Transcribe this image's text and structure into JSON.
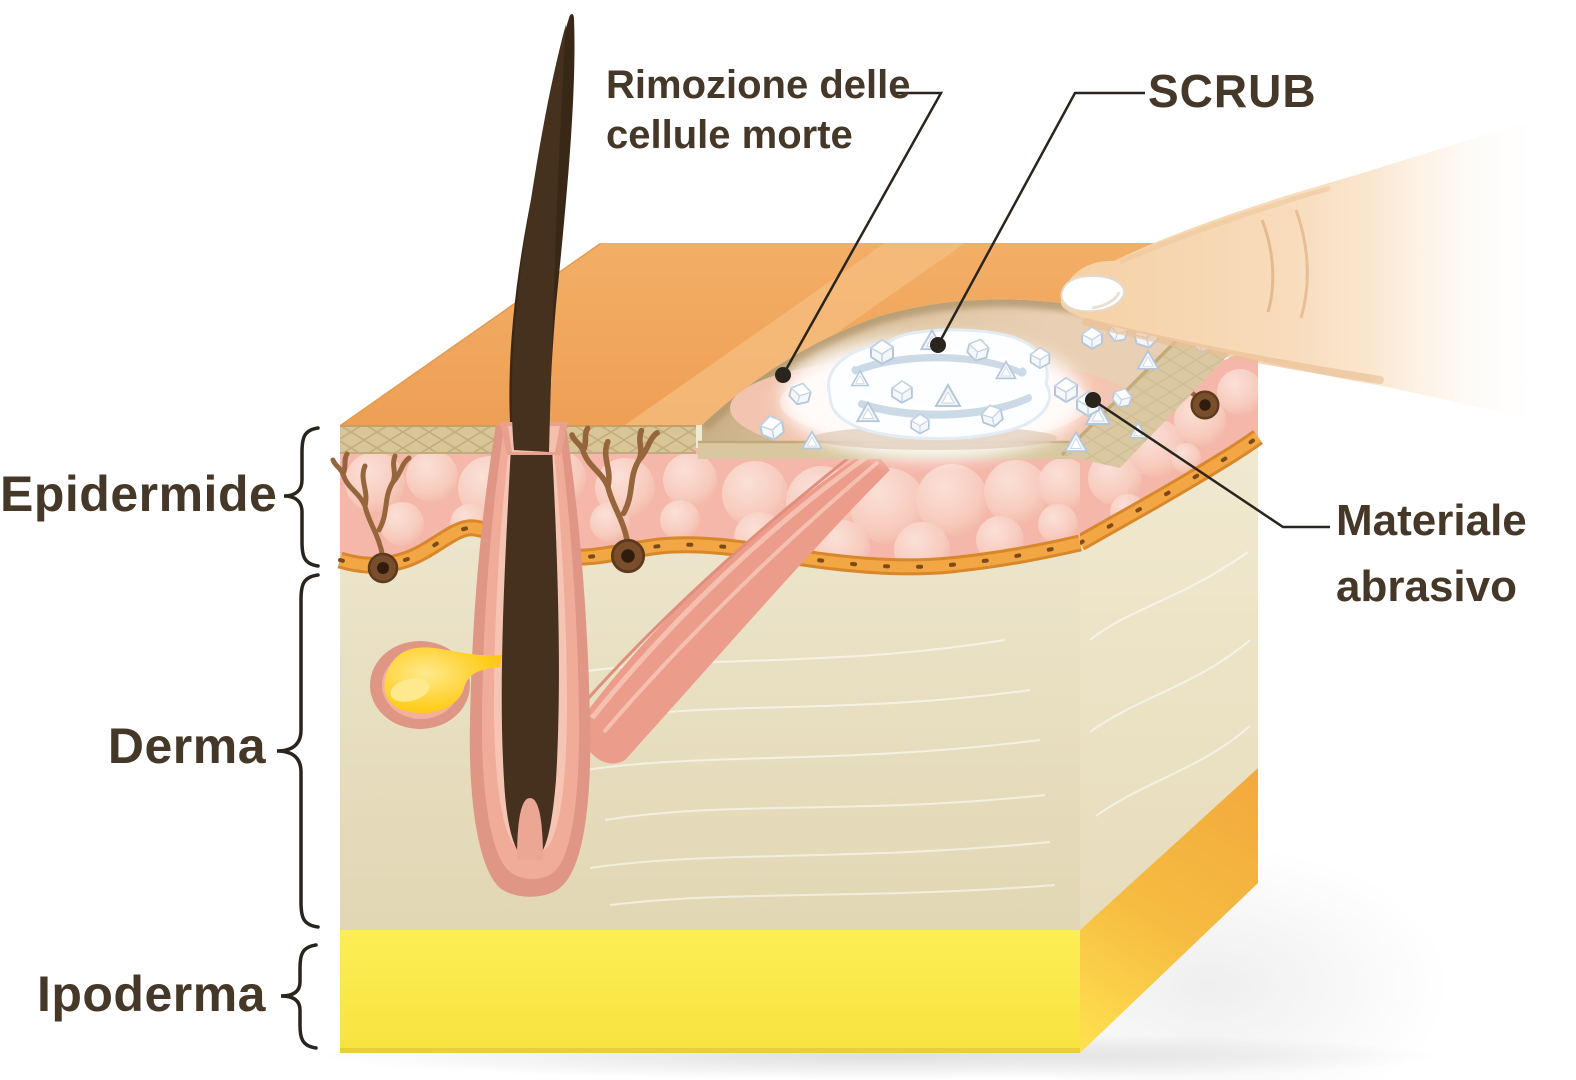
{
  "diagram": {
    "type": "anatomical_cross_section",
    "subject": "Sezione della pelle con esfoliazione scrub",
    "background": "#ffffff",
    "layer_labels": [
      {
        "id": "epidermide",
        "label": "Epidermide"
      },
      {
        "id": "derma",
        "label": "Derma"
      },
      {
        "id": "ipoderma",
        "label": "Ipoderma"
      }
    ],
    "callouts": {
      "dead_cell_removal": {
        "line1": "Rimozione delle",
        "line2": "cellule morte"
      },
      "scrub": {
        "label": "SCRUB"
      },
      "abrasive_material": {
        "line1": "Materiale",
        "line2": "abrasivo"
      }
    },
    "colors": {
      "label_text": "#463828",
      "leader_line": "#2a241e",
      "skin_surface_orange": "#f0a65a",
      "stratum_corneum_tan": "#d8c598",
      "epidermis_pink": "#f4b7a9",
      "basement_membrane_orange": "#ef9f38",
      "dermis_beige": "#ece4c8",
      "hypodermis_yellow": "#fae94e",
      "hypodermis_orange_band": "#f5ac3f",
      "hair_brown": "#3b291a",
      "sebum_yellow": "#ffcd1c",
      "muscle_pink": "#ec9c8b",
      "nerve_brown": "#96653b",
      "scrub_cream_white": "#ffffff",
      "crystal_edge": "#b5c6d8",
      "finger_skin": "#f5d2a9"
    }
  }
}
